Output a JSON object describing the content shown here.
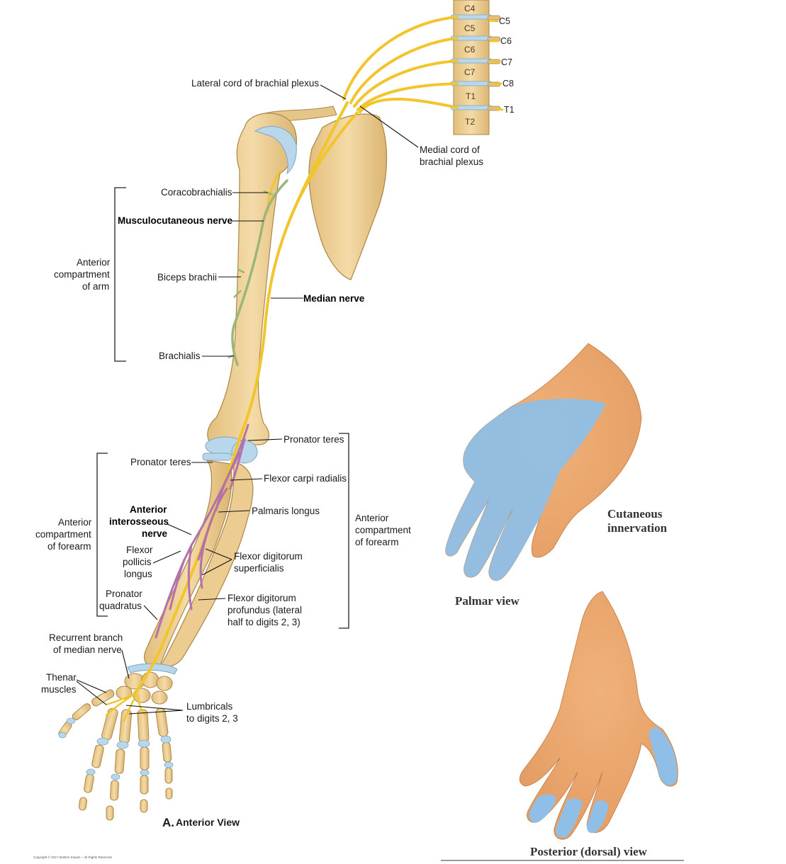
{
  "vertebrae": [
    "C4",
    "C5",
    "C6",
    "C7",
    "T1",
    "T2"
  ],
  "nerve_roots": [
    "C5",
    "C6",
    "C7",
    "C8",
    "T1"
  ],
  "labels": {
    "lateral_cord": "Lateral cord of brachial plexus",
    "medial_cord_1": "Medial cord of",
    "medial_cord_2": "brachial plexus",
    "coracobrachialis": "Coracobrachialis",
    "musculocutaneous": "Musculocutaneous nerve",
    "biceps": "Biceps brachii",
    "brachialis": "Brachialis",
    "median_nerve": "Median nerve",
    "ant_arm_1": "Anterior",
    "ant_arm_2": "compartment",
    "ant_arm_3": "of arm",
    "pronator_teres_right": "Pronator teres",
    "pronator_teres_left": "Pronator teres",
    "flexor_carpi_radialis": "Flexor carpi radialis",
    "palmaris_longus": "Palmaris longus",
    "ant_interosseous_1": "Anterior",
    "ant_interosseous_2": "interosseous",
    "ant_interosseous_3": "nerve",
    "ant_forearm_left_1": "Anterior",
    "ant_forearm_left_2": "compartment",
    "ant_forearm_left_3": "of forearm",
    "ant_forearm_right_1": "Anterior",
    "ant_forearm_right_2": "compartment",
    "ant_forearm_right_3": "of forearm",
    "fpl_1": "Flexor",
    "fpl_2": "pollicis",
    "fpl_3": "longus",
    "fds_1": "Flexor digitorum",
    "fds_2": "superficialis",
    "pq_1": "Pronator",
    "pq_2": "quadratus",
    "fdp_1": "Flexor digitorum",
    "fdp_2": "profundus (lateral",
    "fdp_3": "half to digits 2, 3)",
    "recurrent_1": "Recurrent branch",
    "recurrent_2": "of median nerve",
    "thenar_1": "Thenar",
    "thenar_2": "muscles",
    "lumbricals_1": "Lumbricals",
    "lumbricals_2": "to digits 2, 3",
    "view_letter": "A.",
    "view_title": "Anterior View",
    "cutaneous_1": "Cutaneous",
    "cutaneous_2": "innervation",
    "palmar_view": "Palmar view",
    "posterior_view": "Posterior (dorsal) view",
    "copyright": "Copyright © 2017 Wolters Kluwer – All Rights Reserved"
  },
  "colors": {
    "bone": "#efd29a",
    "bone_outline": "#a98748",
    "cartilage": "#b9d7ea",
    "median_nerve": "#f2c52c",
    "musculocutaneous_nerve": "#9bb57a",
    "anterior_interosseous_nerve": "#b372a8",
    "median_territory": "#8fbfe6",
    "skin": "#e9a66b"
  }
}
